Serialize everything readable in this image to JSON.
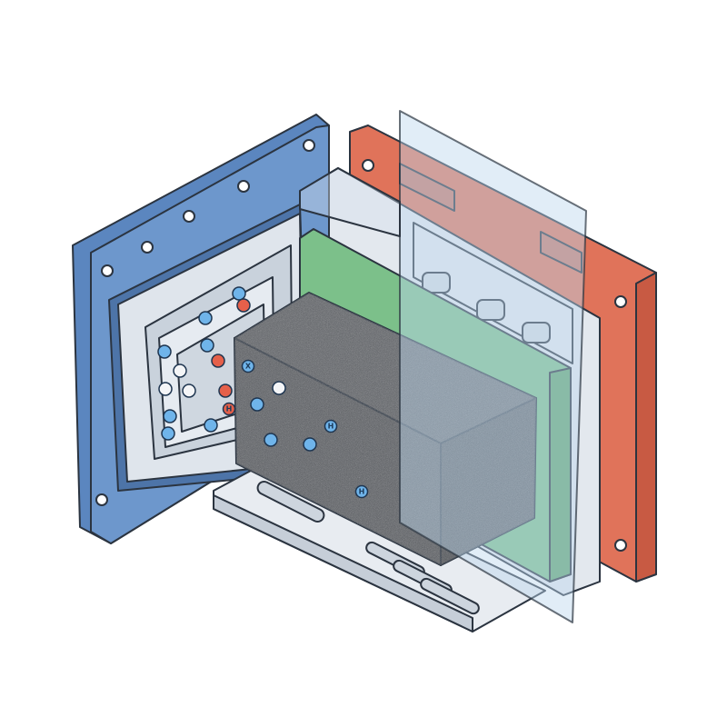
{
  "colors": {
    "end_plate_blue": "#5b86bf",
    "end_plate_red": "#e0735a",
    "flow_plate_grey": "#dfe4ea",
    "membrane_green": "#7cc08a",
    "diffusion_layer_dark": "#4a4d52",
    "transparent_sheet": "#bcd8ee",
    "particle_blue": "#6fb4ea",
    "particle_red": "#e5604a",
    "particle_white": "#f4f5f7"
  },
  "particles": [
    {
      "color": "blue",
      "label": ""
    },
    {
      "color": "red",
      "label": ""
    },
    {
      "color": "blue",
      "label": ""
    },
    {
      "color": "blue",
      "label": ""
    },
    {
      "color": "blue",
      "label": ""
    },
    {
      "color": "white",
      "label": ""
    },
    {
      "color": "red",
      "label": ""
    },
    {
      "color": "white",
      "label": ""
    },
    {
      "color": "white",
      "label": ""
    },
    {
      "color": "red",
      "label": ""
    },
    {
      "color": "red",
      "label": "H"
    },
    {
      "color": "blue",
      "label": ""
    },
    {
      "color": "blue",
      "label": ""
    },
    {
      "color": "blue",
      "label": ""
    },
    {
      "color": "blue",
      "label": "X"
    },
    {
      "color": "white",
      "label": ""
    },
    {
      "color": "blue",
      "label": ""
    },
    {
      "color": "blue",
      "label": "H"
    },
    {
      "color": "blue",
      "label": ""
    },
    {
      "color": "blue",
      "label": ""
    },
    {
      "color": "blue",
      "label": "H"
    }
  ]
}
